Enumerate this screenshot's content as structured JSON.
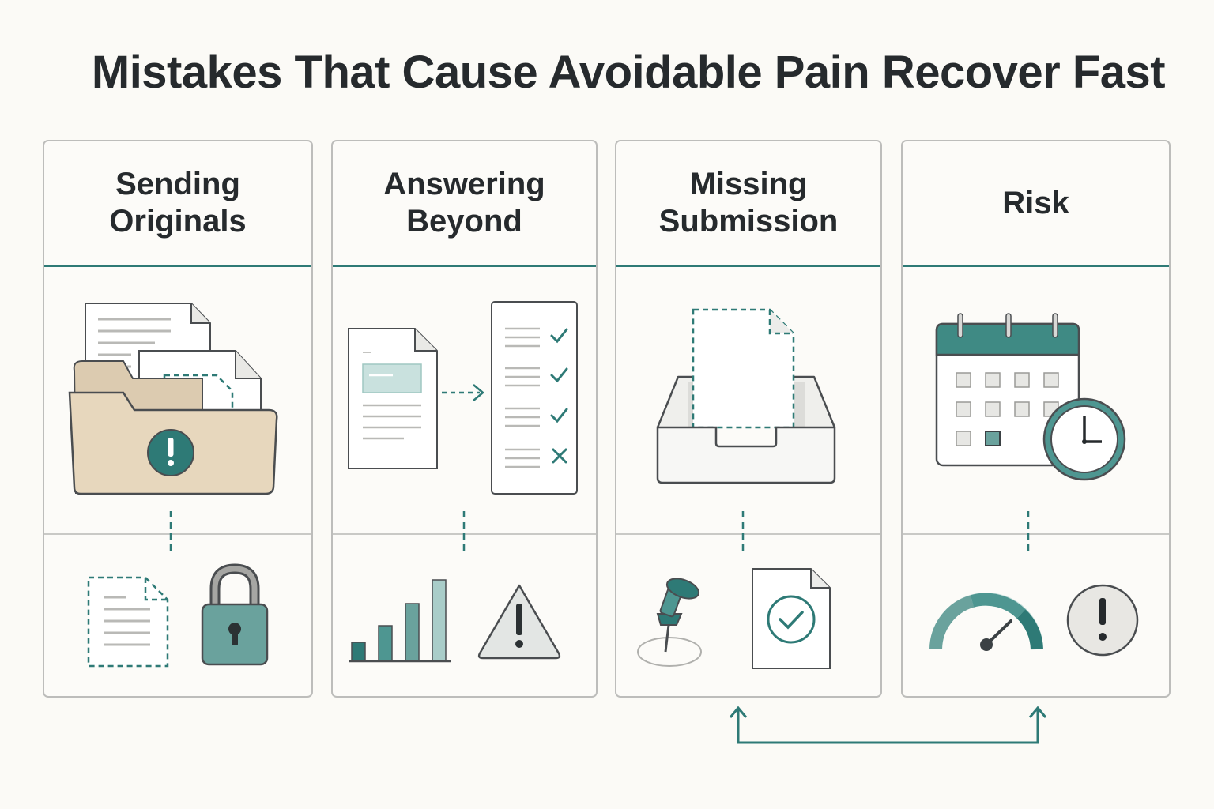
{
  "title": "Mistakes That Cause Avoidable Pain Recover Fast",
  "panels": [
    {
      "title": "Sending Originals",
      "icons": [
        "folder-icon",
        "document-icon",
        "alert-icon",
        "dashed-document-icon",
        "lock-icon"
      ]
    },
    {
      "title": "Answering Beyond",
      "icons": [
        "document-icon",
        "arrow-right-icon",
        "checklist-icon",
        "bar-chart-icon",
        "warning-icon"
      ]
    },
    {
      "title": "Missing Submission",
      "icons": [
        "dashed-document-icon",
        "inbox-tray-icon",
        "pushpin-icon",
        "document-check-icon"
      ]
    },
    {
      "title": "Risk",
      "icons": [
        "calendar-icon",
        "clock-icon",
        "gauge-icon",
        "alert-icon"
      ]
    }
  ],
  "colors": {
    "teal": "#2e7a76",
    "teal_light": "#c9e1de",
    "folder": "#e7d7bd",
    "border": "#bdbdbb",
    "text": "#262a2d"
  }
}
